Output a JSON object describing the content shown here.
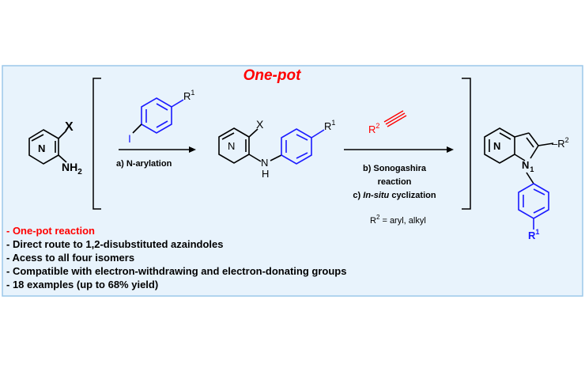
{
  "title": "One-pot",
  "reactant": {
    "x_label": "X",
    "n_label": "N",
    "nh2_label": "NH",
    "nh2_sub": "2"
  },
  "aryl_iodide": {
    "i_label": "I",
    "r_label": "R",
    "r_sup": "1"
  },
  "step_a": "a) N-arylation",
  "intermediate": {
    "x_label": "X",
    "n_label": "N",
    "n_label2": "N",
    "h_label": "H",
    "r_label": "R",
    "r_sup": "1"
  },
  "alkyne": {
    "r_label": "R",
    "r_sup": "2"
  },
  "step_b_line1": "b) Sonogashira",
  "step_b_line2": "reaction",
  "step_c_prefix": "c) ",
  "step_c_italic": "In-situ",
  "step_c_suffix": " cyclization",
  "r2_note": {
    "r": "R",
    "sup": "2",
    "text": " = aryl, alkyl"
  },
  "product": {
    "n_label": "N",
    "n1_label": "N",
    "n1_sup": "1",
    "r2_label": "–R",
    "r2_sup": "2",
    "r1_label": "R",
    "r1_sup": "1"
  },
  "bullets": [
    "- One-pot reaction",
    "- Direct route to 1,2-disubstituted azaindoles",
    "- Acess to all four isomers",
    "- Compatible with electron-withdrawing and electron-donating groups",
    "- 18 examples (up to 68% yield)"
  ],
  "colors": {
    "panel_bg": "#e8f3fc",
    "panel_border": "#9cc8ea",
    "red": "#ff0000",
    "blue": "#1a1aff",
    "black": "#000000"
  }
}
